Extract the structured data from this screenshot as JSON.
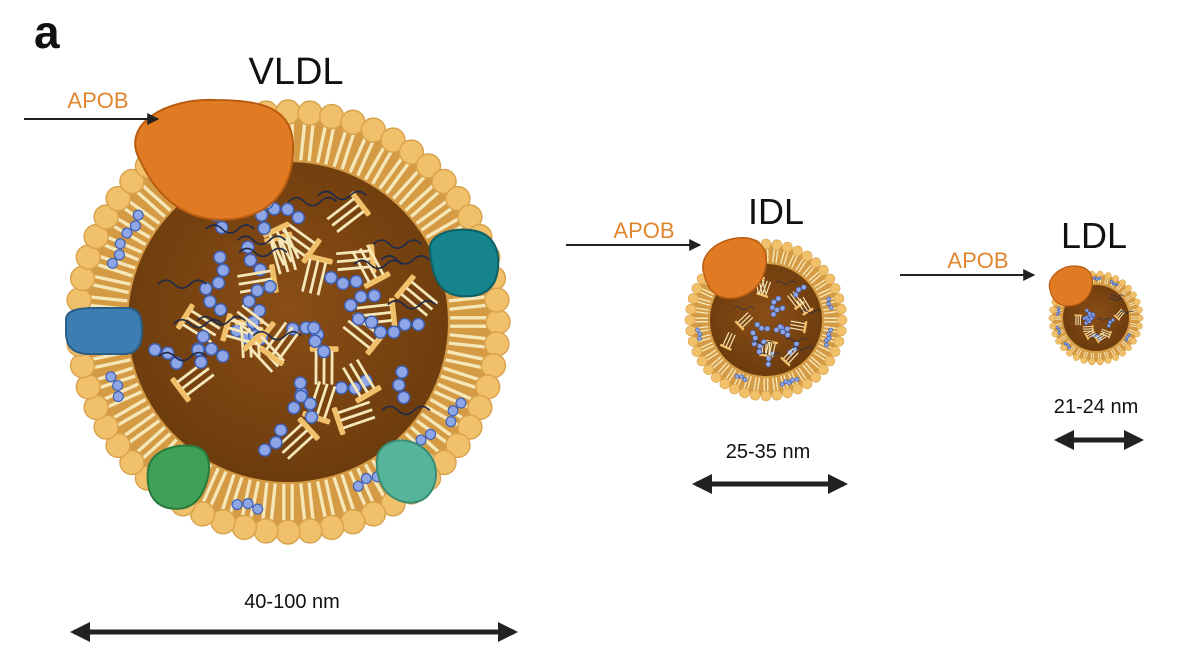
{
  "panel_label": "a",
  "particles": [
    {
      "name": "VLDL",
      "apob_label": "APOB",
      "size_label": "40-100 nm"
    },
    {
      "name": "IDL",
      "apob_label": "APOB",
      "size_label": "25-35 nm"
    },
    {
      "name": "LDL",
      "apob_label": "APOB",
      "size_label": "21-24 nm"
    }
  ],
  "colors": {
    "core": "#7a4410",
    "shell": "#d49a44",
    "head": "#f1c06a",
    "tail": "#f6e7b8",
    "apob": "#e07b23",
    "cholesterol": "#8ea6e6",
    "cholesterol_edge": "#3e5fb4",
    "protein_teal": "#15848c",
    "protein_blue": "#3c7db2",
    "protein_green": "#3fa058",
    "protein_mint": "#55b49a",
    "label_orange": "#e0862f",
    "arrow": "#222222"
  }
}
